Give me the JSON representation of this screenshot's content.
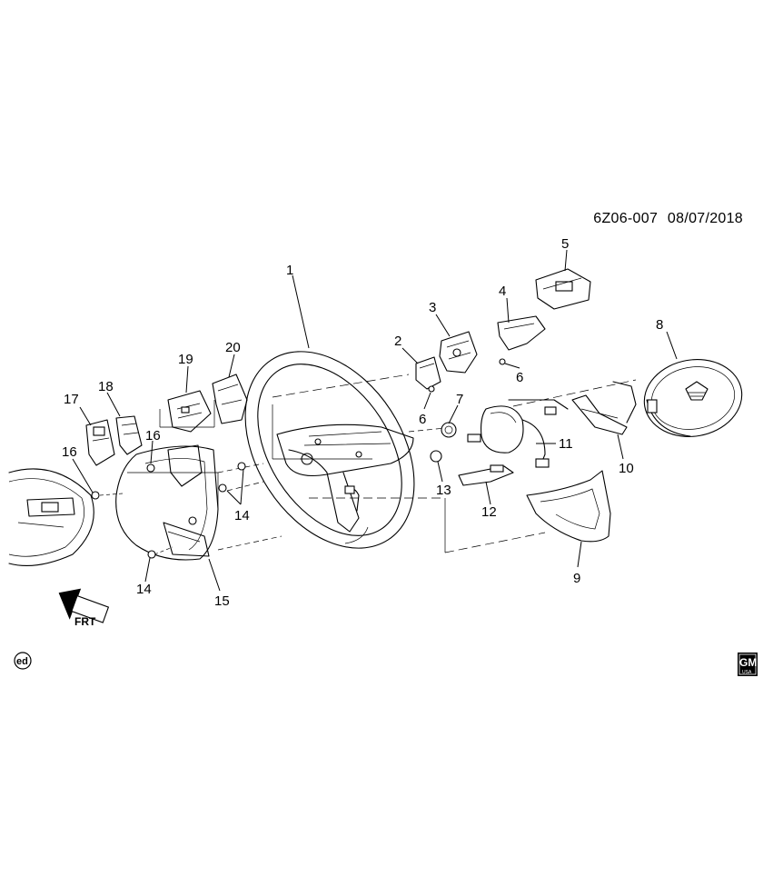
{
  "reference": {
    "code": "6Z06-007",
    "date": "08/07/2018"
  },
  "callouts": [
    "1",
    "2",
    "3",
    "4",
    "5",
    "6",
    "6",
    "7",
    "8",
    "9",
    "10",
    "11",
    "12",
    "13",
    "14",
    "14",
    "15",
    "16",
    "16",
    "17",
    "18",
    "19",
    "20"
  ],
  "frt_label": "FRT",
  "ed_badge": "ed",
  "logo": {
    "brand": "GM",
    "sub": "USA"
  },
  "icons": [
    "front-arrow-icon",
    "ed-badge-icon",
    "gm-logo-icon"
  ]
}
